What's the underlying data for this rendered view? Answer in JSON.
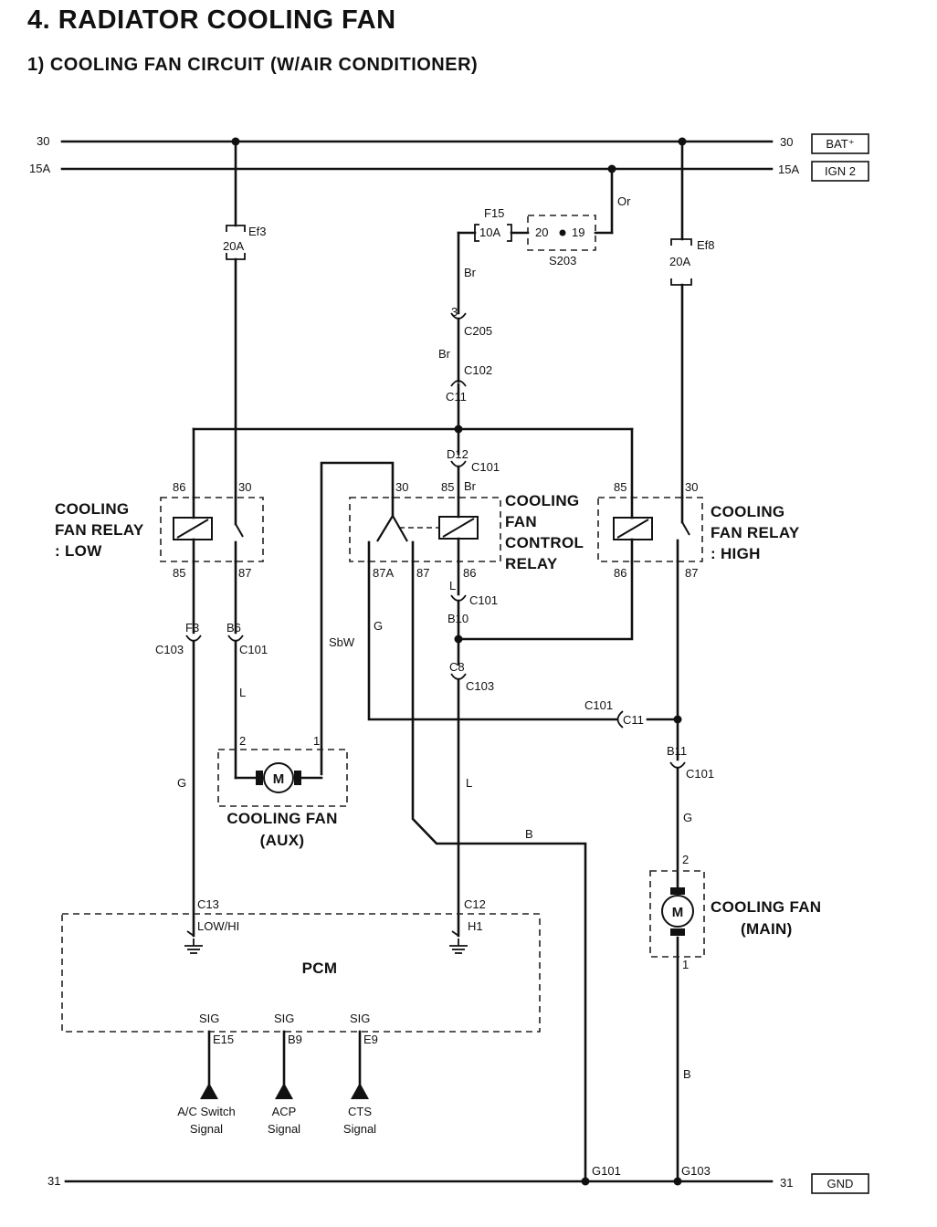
{
  "title": "4. RADIATOR COOLING FAN",
  "subtitle": "1)  COOLING FAN CIRCUIT (W/AIR CONDITIONER)",
  "rails": {
    "bat_left": "30",
    "bat_right": "30",
    "bat_tag": "BAT⁺",
    "ign_left": "15A",
    "ign_right": "15A",
    "ign_tag": "IGN 2",
    "gnd_left": "31",
    "gnd_right": "31",
    "gnd_tag": "GND"
  },
  "fuses": {
    "ef3": {
      "name": "Ef3",
      "rating": "20A"
    },
    "ef8": {
      "name": "Ef8",
      "rating": "20A"
    },
    "f15": {
      "name": "F15",
      "rating": "10A"
    }
  },
  "splice": {
    "label": "S203",
    "pin_a": "20",
    "pin_b": "19"
  },
  "wires": {
    "or": "Or",
    "br1": "Br",
    "br2": "Br",
    "br3": "Br",
    "l_aux": "L",
    "sbw": "SbW",
    "g_ctrl": "G",
    "l_ctrl": "L",
    "l_pcm": "L",
    "g_low": "G",
    "b": "B",
    "g_main": "G",
    "b_main": "B"
  },
  "connectors": {
    "c205": "C205",
    "c205_pin": "3",
    "c102": "C102",
    "c11_top": "C11",
    "d12": "D12",
    "c101_d12": "C101",
    "f3": "F3",
    "c103_f3": "C103",
    "b6": "B6",
    "c101_b6": "C101",
    "b10": "B10",
    "c101_b10": "C101",
    "c8": "C8",
    "c103_c8": "C103",
    "c101_c11": "C101",
    "c11_mid": "C11",
    "b11": "B11",
    "c101_b11": "C101"
  },
  "relays": {
    "low": {
      "label_lines": [
        "COOLING",
        "FAN RELAY",
        ": LOW"
      ],
      "pin86": "86",
      "pin30": "30",
      "pin85": "85",
      "pin87": "87"
    },
    "control": {
      "label_lines": [
        "COOLING",
        "FAN",
        "CONTROL",
        "RELAY"
      ],
      "pin30": "30",
      "pin85": "85",
      "pin87a": "87A",
      "pin87": "87",
      "pin86": "86"
    },
    "high": {
      "label_lines": [
        "COOLING",
        "FAN RELAY",
        ": HIGH"
      ],
      "pin85": "85",
      "pin30": "30",
      "pin86": "86",
      "pin87": "87"
    }
  },
  "fans": {
    "aux": {
      "label_lines": [
        "COOLING FAN",
        "(AUX)"
      ],
      "pin2": "2",
      "pin1": "1",
      "motor": "M"
    },
    "main": {
      "label_lines": [
        "COOLING FAN",
        "(MAIN)"
      ],
      "pin2": "2",
      "pin1": "1",
      "motor": "M"
    }
  },
  "pcm": {
    "label": "PCM",
    "c13": "C13",
    "low_hi": "LOW/HI",
    "c12": "C12",
    "h1": "H1",
    "sig": [
      "SIG",
      "SIG",
      "SIG"
    ],
    "pins": [
      "E15",
      "B9",
      "E9"
    ],
    "signals": [
      [
        "A/C Switch",
        "Signal"
      ],
      [
        "ACP",
        "Signal"
      ],
      [
        "CTS",
        "Signal"
      ]
    ]
  },
  "grounds": {
    "g101": "G101",
    "g103": "G103"
  }
}
